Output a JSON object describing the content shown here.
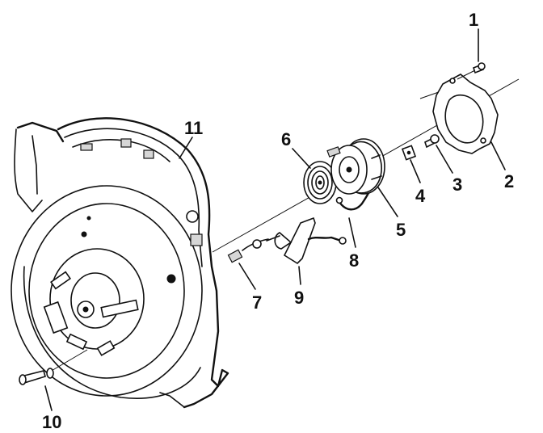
{
  "diagram": {
    "part_numbers": [
      "1",
      "2",
      "3",
      "4",
      "5",
      "6",
      "7",
      "8",
      "9",
      "10",
      "11"
    ]
  }
}
